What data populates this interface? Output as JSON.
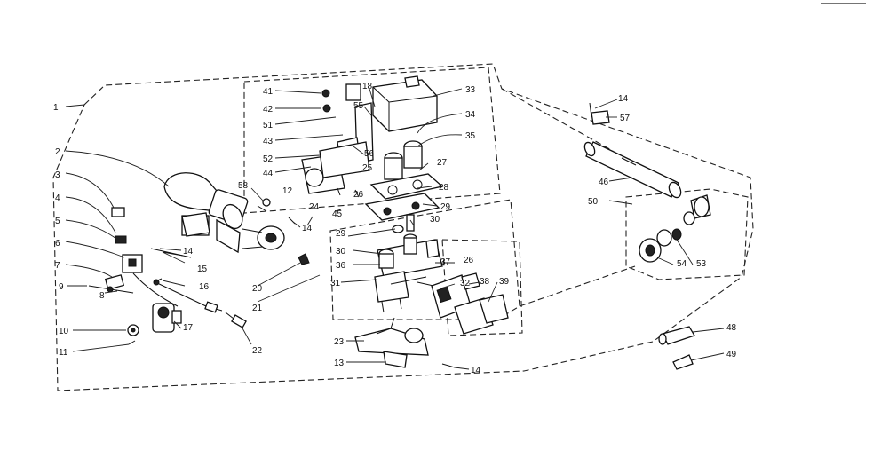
{
  "callouts": {
    "c1": "1",
    "c2": "2",
    "c3": "3",
    "c4": "4",
    "c5": "5",
    "c6": "6",
    "c7": "7",
    "c8": "8",
    "c9": "9",
    "c10": "10",
    "c11": "11",
    "c12": "12",
    "c13": "13",
    "c14a": "14",
    "c14b": "14",
    "c14c": "14",
    "c14d": "14",
    "c15": "15",
    "c16": "16",
    "c17": "17",
    "c18": "18",
    "c20": "20",
    "c21": "21",
    "c22": "22",
    "c23": "23",
    "c24": "24",
    "c25": "25",
    "c26a": "26",
    "c26b": "26",
    "c27": "27",
    "c28": "28",
    "c29a": "29",
    "c29b": "29",
    "c30a": "30",
    "c30b": "30",
    "c31": "31",
    "c32": "32",
    "c33": "33",
    "c34": "34",
    "c35": "35",
    "c36": "36",
    "c37": "37",
    "c38": "38",
    "c39": "39",
    "c41": "41",
    "c42": "42",
    "c43": "43",
    "c44": "44",
    "c45": "45",
    "c46": "46",
    "c48": "48",
    "c49": "49",
    "c50": "50",
    "c51": "51",
    "c52": "52",
    "c53": "53",
    "c54": "54",
    "c55": "55",
    "c56": "56",
    "c57": "57",
    "c58": "58"
  },
  "colors": {
    "ink": "#111111",
    "paper": "#ffffff"
  }
}
